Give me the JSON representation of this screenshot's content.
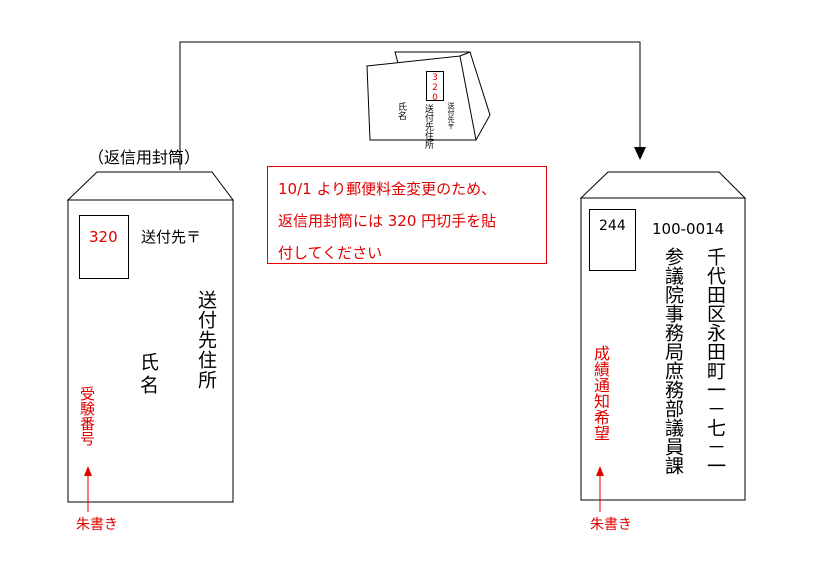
{
  "left_envelope": {
    "caption": "（返信用封筒）",
    "stamp_value": "320",
    "recipient_label": "送付先〒",
    "address": "送付先住所",
    "name": "氏名",
    "exam_number": "受験番号",
    "red_ink_note": "朱書き"
  },
  "notice": {
    "lines": [
      "10/1 より郵便料金変更のため、",
      "返信用封筒には 320 円切手を貼",
      "付してください"
    ]
  },
  "folded_envelope": {
    "stamp_value": "320",
    "recipient_label": "送付先〒",
    "address": "送付先住所",
    "name": "氏名"
  },
  "right_envelope": {
    "stamp_value": "244",
    "postal_code": "100-0014",
    "address_line1": "千代田区永田町一－七－一",
    "address_line2": "参議院事務局庶務部議員課",
    "request": "成績通知希望",
    "red_ink_note": "朱書き"
  },
  "colors": {
    "red": "#e00000",
    "line": "#000000"
  }
}
